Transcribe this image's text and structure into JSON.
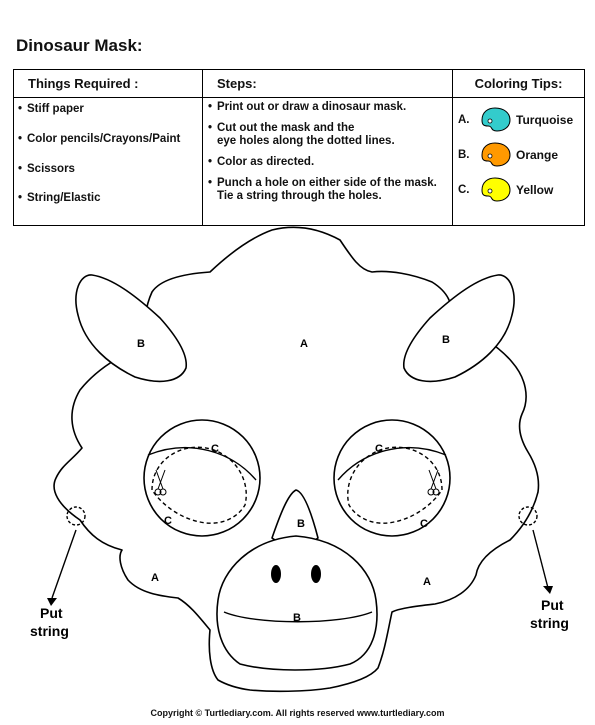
{
  "title": "Dinosaur Mask:",
  "table": {
    "headers": [
      "Things Required :",
      "Steps:",
      "Coloring Tips:"
    ],
    "things": [
      "Stiff paper",
      "Color pencils/Crayons/Paint",
      "Scissors",
      "String/Elastic"
    ],
    "steps": [
      "Print out or draw a dinosaur mask.",
      "Cut out the mask and the\neye holes along the dotted lines.",
      "Color as directed.",
      "Punch a hole on either side of the mask.\nTie a string through the holes."
    ],
    "tips": [
      {
        "letter": "A.",
        "name": "Turquoise",
        "color": "#33cccc"
      },
      {
        "letter": "B.",
        "name": "Orange",
        "color": "#ff9900"
      },
      {
        "letter": "C.",
        "name": "Yellow",
        "color": "#ffff00"
      }
    ]
  },
  "mask": {
    "region_labels": [
      "A",
      "B",
      "B",
      "C",
      "C",
      "C",
      "C",
      "B",
      "B",
      "A",
      "A"
    ],
    "put_string_line1": "Put",
    "put_string_line2": "string"
  },
  "footer": "Copyright © Turtlediary.com. All rights reserved   www.turtlediary.com"
}
